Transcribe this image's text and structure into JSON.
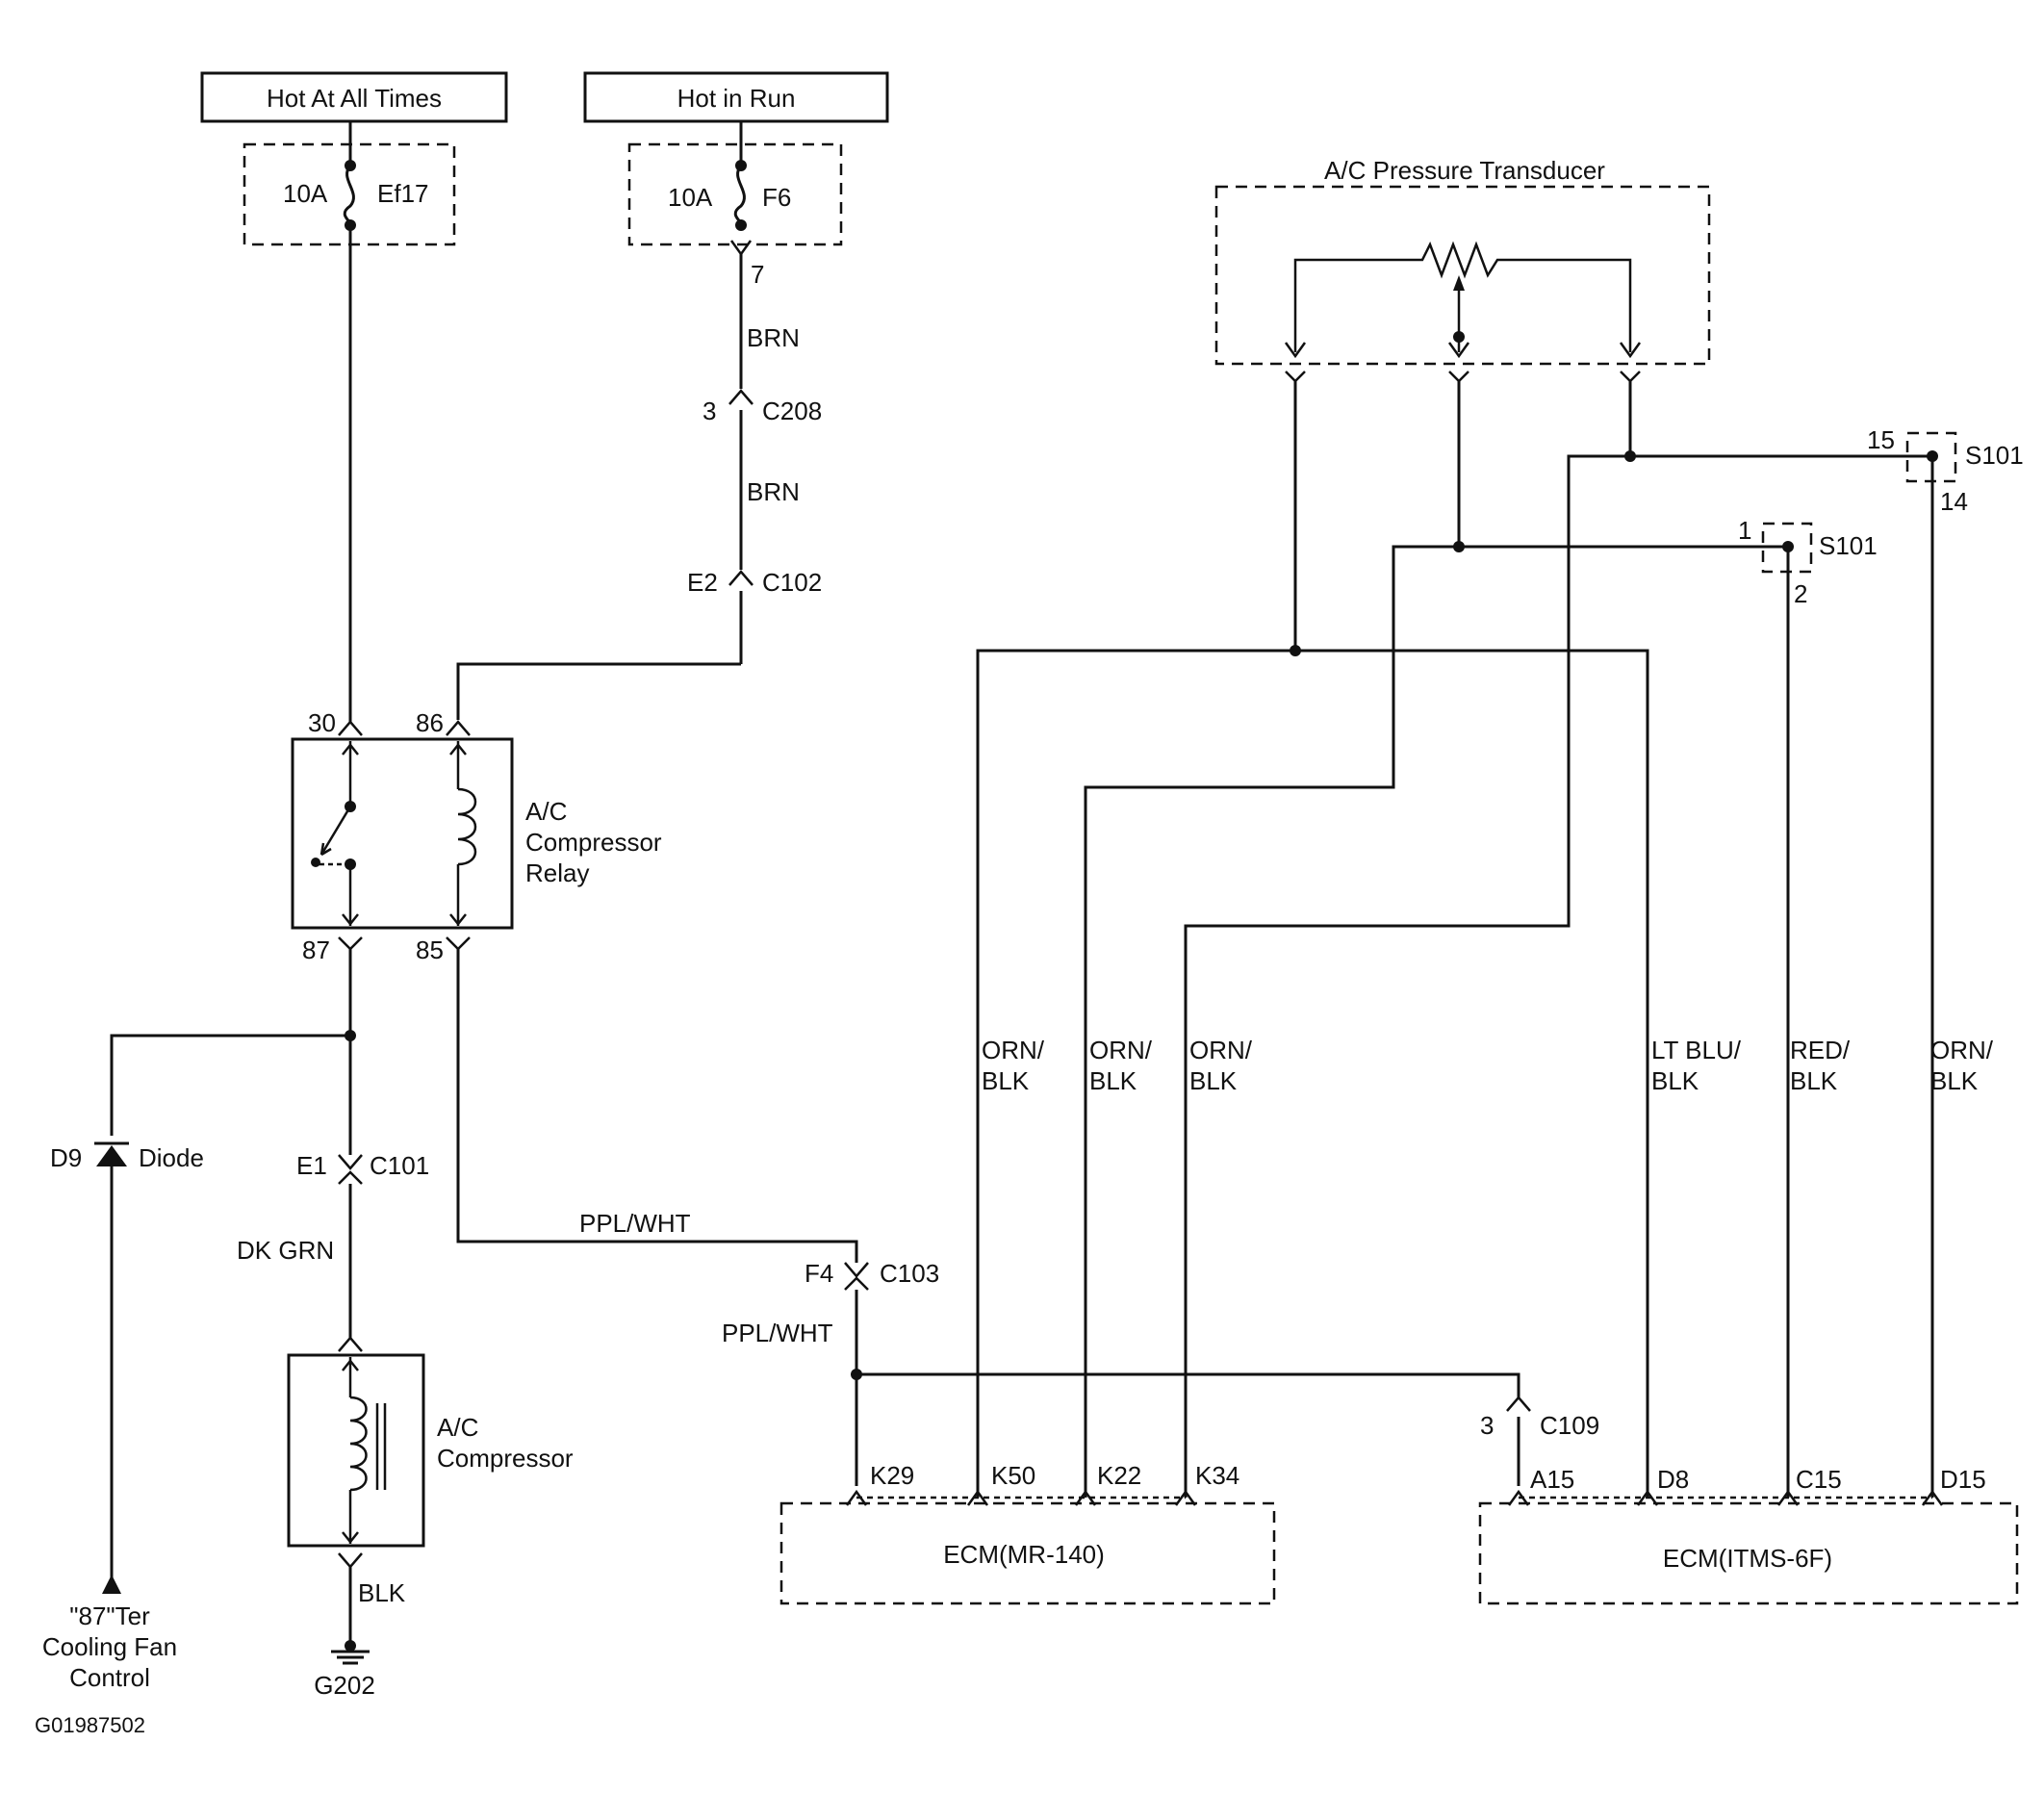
{
  "power": {
    "hot_at_all_times": "Hot At All Times",
    "hot_in_run": "Hot in Run"
  },
  "fuses": {
    "ef17": {
      "rating": "10A",
      "name": "Ef17"
    },
    "f6": {
      "rating": "10A",
      "name": "F6",
      "pin": "7"
    }
  },
  "wires": {
    "brn": "BRN",
    "ppl_wht": "PPL/WHT",
    "dk_grn": "DK GRN",
    "blk": "BLK",
    "orn_blk_1": "ORN/",
    "orn_blk_2": "BLK",
    "lt_blu_1": "LT BLU/",
    "lt_blu_2": "BLK",
    "red_blk_1": "RED/",
    "red_blk_2": "BLK"
  },
  "connectors": {
    "c208": {
      "name": "C208",
      "pin": "3"
    },
    "c102": {
      "name": "C102",
      "pin": "E2"
    },
    "c101": {
      "name": "C101",
      "pin": "E1"
    },
    "c103": {
      "name": "C103",
      "pin": "F4"
    },
    "c109": {
      "name": "C109",
      "pin": "3"
    }
  },
  "relay": {
    "line1": "A/C",
    "line2": "Compressor",
    "line3": "Relay",
    "pin30": "30",
    "pin86": "86",
    "pin87": "87",
    "pin85": "85"
  },
  "diode": {
    "ref": "D9",
    "label": "Diode"
  },
  "cooling_fan": {
    "line1": "\"87\"Ter",
    "line2": "Cooling Fan",
    "line3": "Control"
  },
  "compressor": {
    "line1": "A/C",
    "line2": "Compressor"
  },
  "ground": "G202",
  "transducer": "A/C Pressure Transducer",
  "splices": {
    "s101_top": {
      "name": "S101",
      "pin_in": "15",
      "pin_out": "14"
    },
    "s101_mid": {
      "name": "S101",
      "pin_in": "1",
      "pin_out": "2"
    }
  },
  "ecm1": {
    "label": "ECM(MR-140)",
    "pins": [
      "K29",
      "K50",
      "K22",
      "K34"
    ]
  },
  "ecm2": {
    "label": "ECM(ITMS-6F)",
    "pins": [
      "A15",
      "D8",
      "C15",
      "D15"
    ]
  },
  "figure_id": "G01987502"
}
